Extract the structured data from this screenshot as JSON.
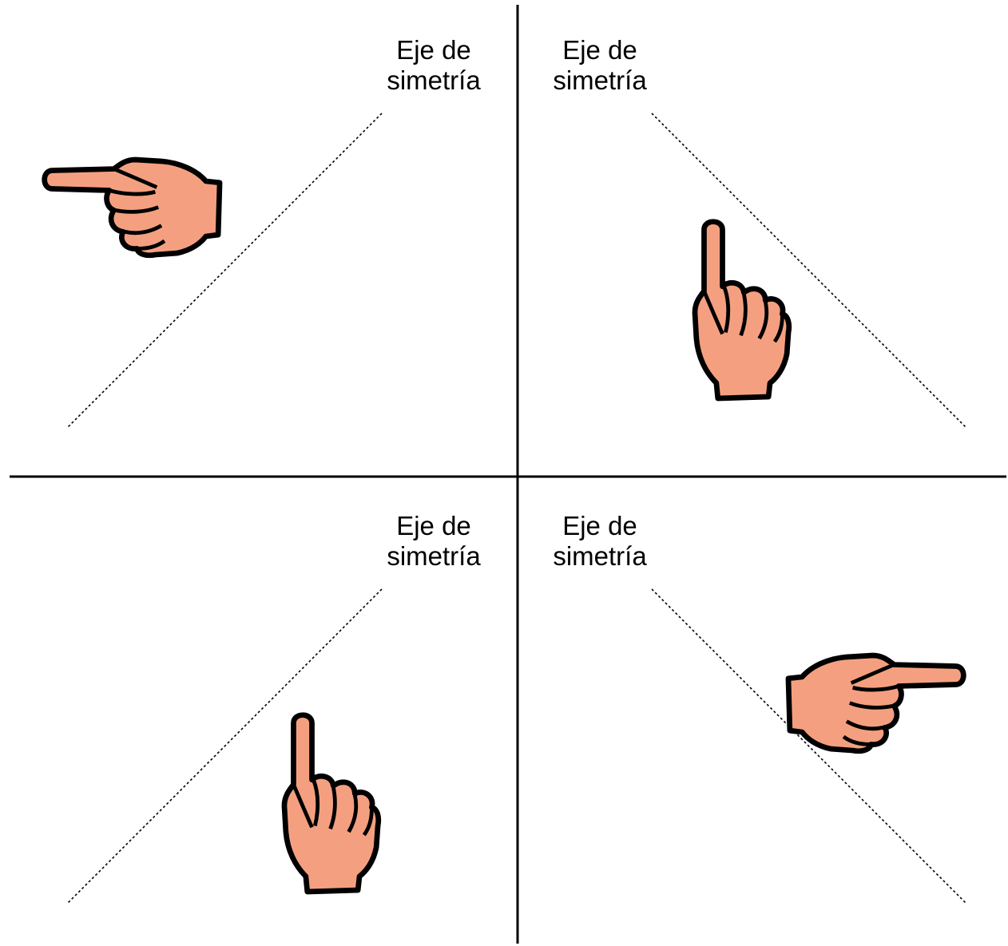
{
  "colors": {
    "skin": "#F4A080",
    "outline": "#000000",
    "background": "#FFFFFF"
  },
  "quadrants": [
    {
      "id": "top-left",
      "label_line1": "Eje de",
      "label_line2": "simetría",
      "hand": "hand-pointing-left-icon"
    },
    {
      "id": "top-right",
      "label_line1": "Eje de",
      "label_line2": "simetría",
      "hand": "hand-pointing-up-icon"
    },
    {
      "id": "bottom-left",
      "label_line1": "Eje de",
      "label_line2": "simetría",
      "hand": "hand-pointing-up-icon"
    },
    {
      "id": "bottom-right",
      "label_line1": "Eje de",
      "label_line2": "simetría",
      "hand": "hand-pointing-left-icon"
    }
  ]
}
